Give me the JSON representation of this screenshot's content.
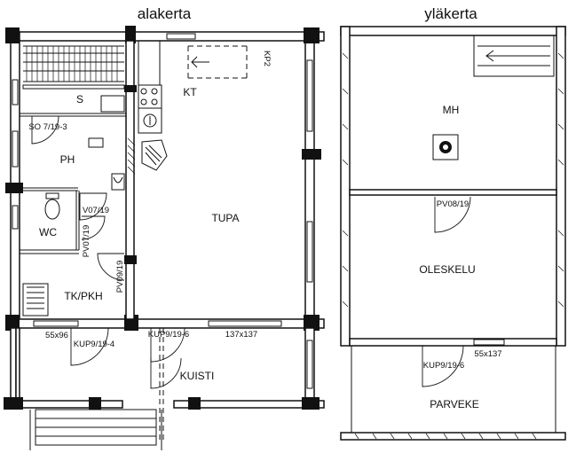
{
  "titles": {
    "lower": "alakerta",
    "upper": "yläkerta"
  },
  "lower_floor": {
    "rooms": {
      "kt": "KT",
      "s": "S",
      "ph": "PH",
      "wc": "WC",
      "tk_pkh": "TK/PKH",
      "tupa": "TUPA",
      "kuisti": "KUISTI"
    },
    "tags": {
      "kp2": "KP2",
      "so_door": "SO 7/19-3",
      "pv07_a": "V07/19",
      "pv07_b": "PV07/19",
      "pv09": "PV09/19",
      "win_55x96": "55x96",
      "kup9_4": "KUP9/19-4",
      "kup9_6": "KUP9/19-6",
      "win_137": "137x137"
    }
  },
  "upper_floor": {
    "rooms": {
      "mh": "MH",
      "oleskelu": "OLESKELU",
      "parveke": "PARVEKE"
    },
    "tags": {
      "pv08": "PV08/19",
      "win_55x137": "55x137",
      "kup9_6": "KUP9/19-6"
    }
  }
}
